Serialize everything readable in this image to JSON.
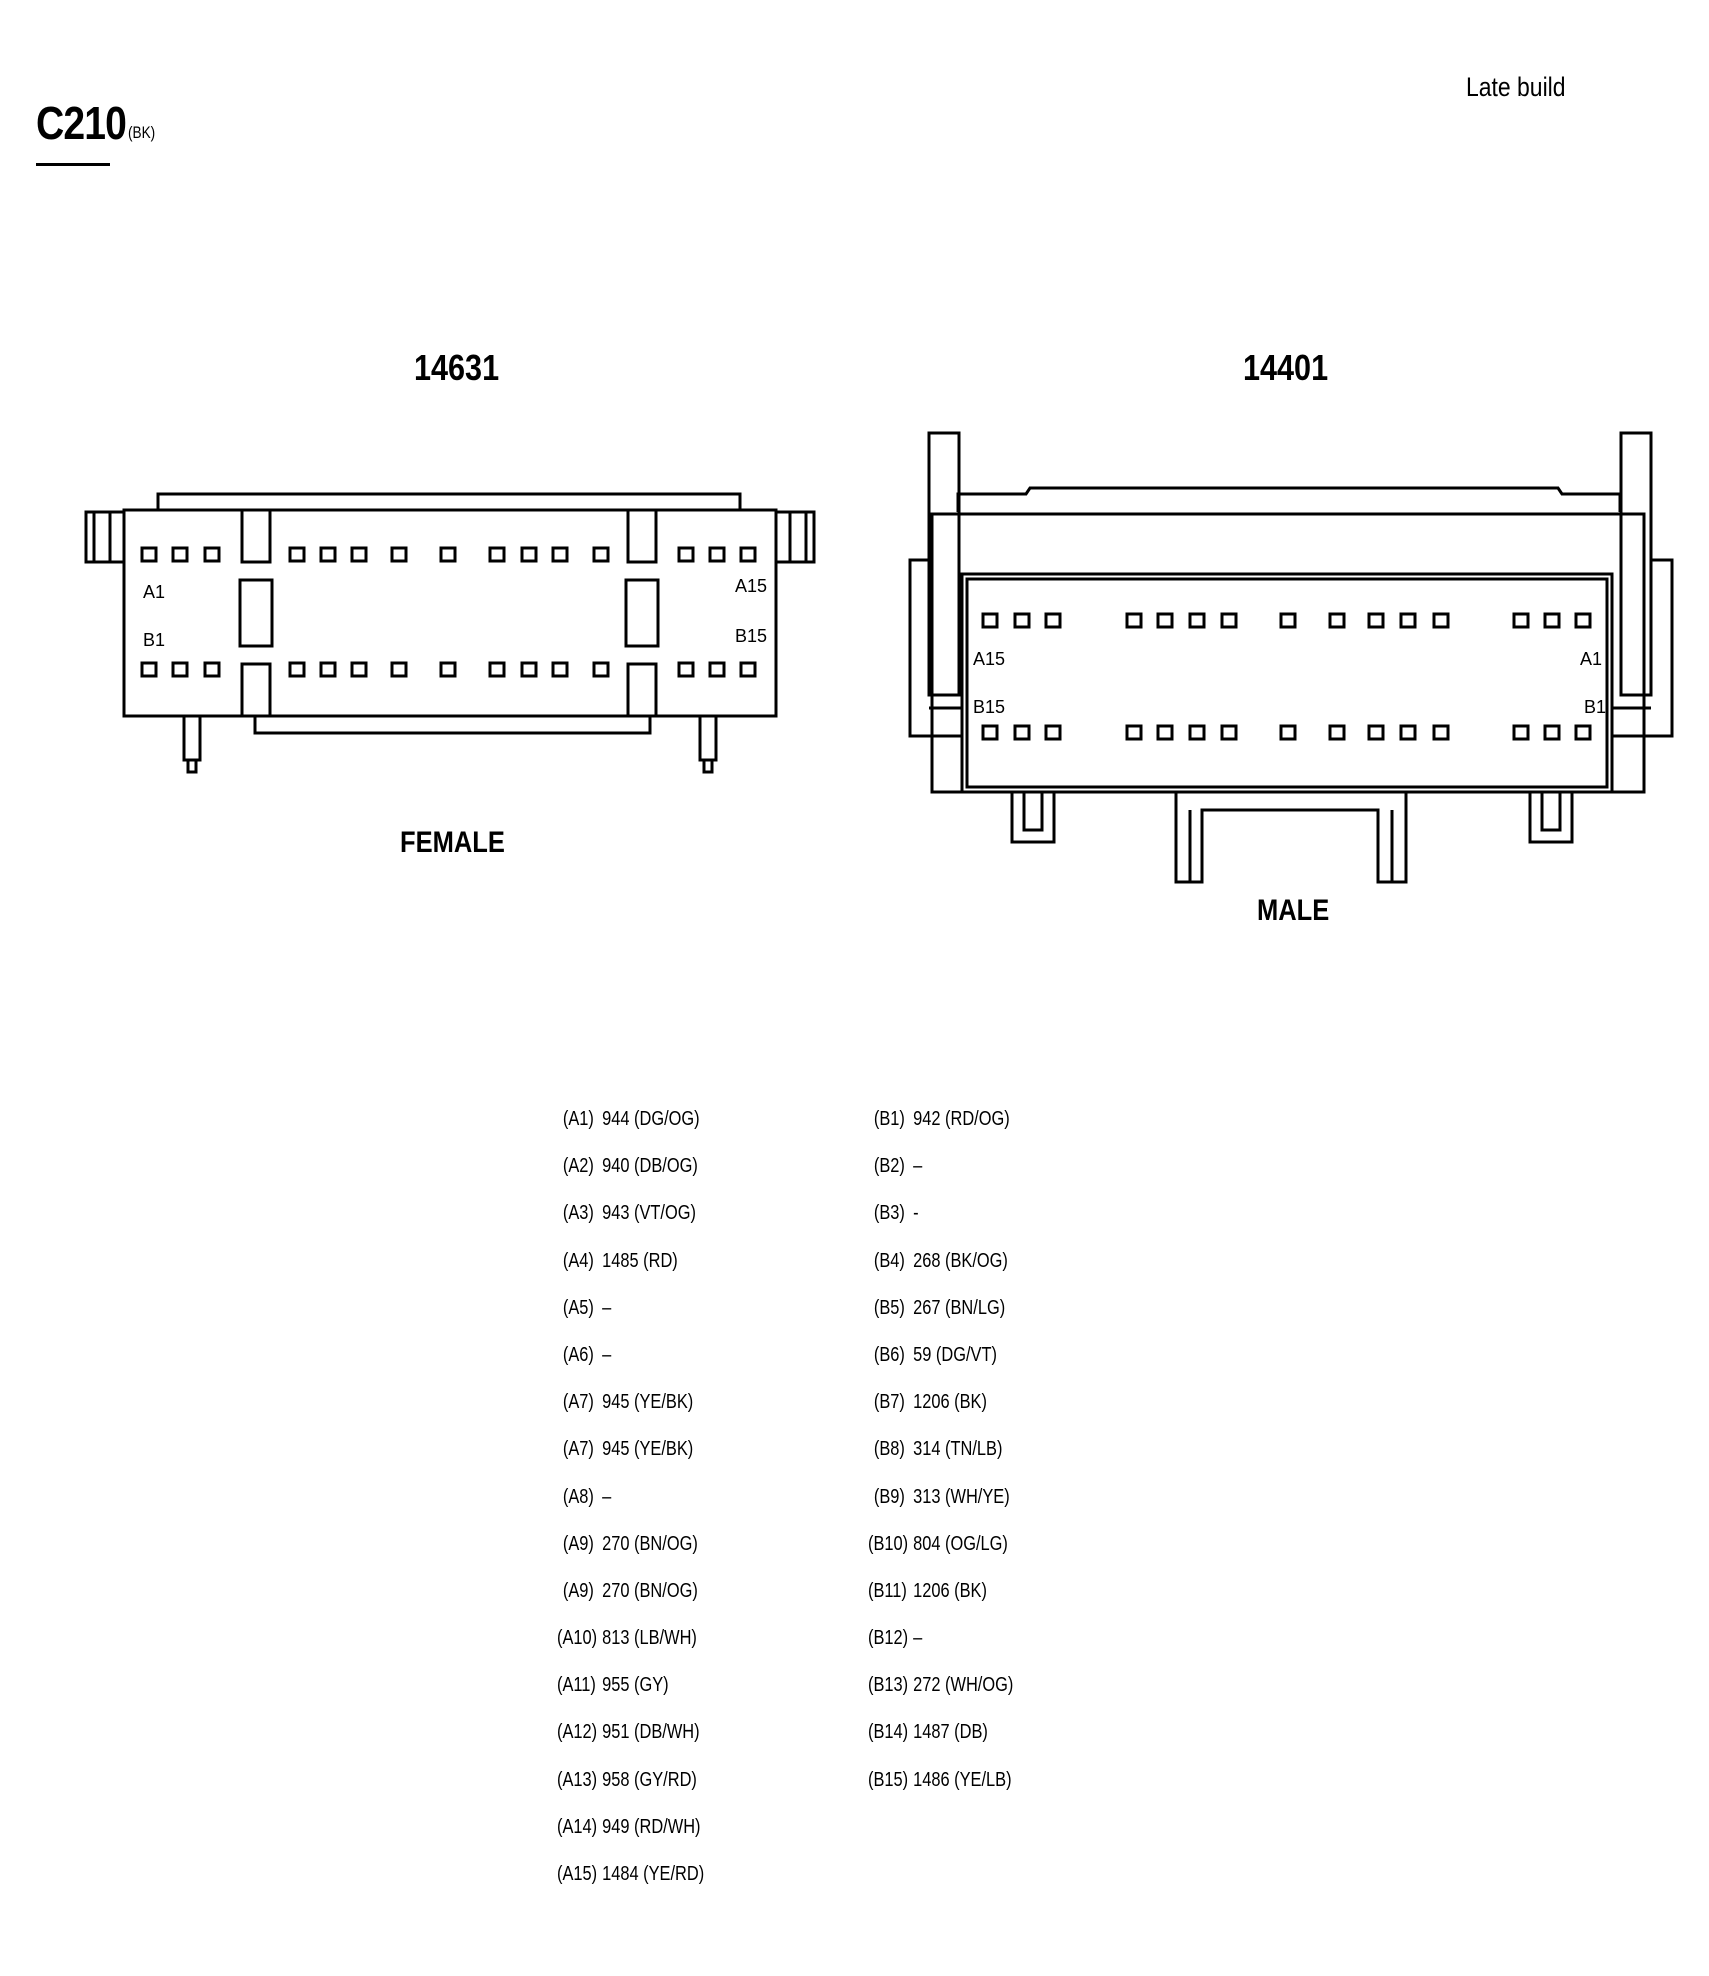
{
  "connector": {
    "id": "C210",
    "color_code": "(BK)"
  },
  "build_note": "Late build",
  "left_connector": {
    "part_number": "14631",
    "gender": "FEMALE",
    "labels": {
      "a_start": "A1",
      "a_end": "A15",
      "b_start": "B1",
      "b_end": "B15"
    }
  },
  "right_connector": {
    "part_number": "14401",
    "gender": "MALE",
    "labels": {
      "a_start": "A15",
      "a_end": "A1",
      "b_start": "B15",
      "b_end": "B1"
    }
  },
  "pins_a": [
    {
      "pin": "(A1)",
      "wire": "944 (DG/OG)"
    },
    {
      "pin": "(A2)",
      "wire": "940 (DB/OG)"
    },
    {
      "pin": "(A3)",
      "wire": "943 (VT/OG)"
    },
    {
      "pin": "(A4)",
      "wire": "1485 (RD)"
    },
    {
      "pin": "(A5)",
      "wire": "–"
    },
    {
      "pin": "(A6)",
      "wire": "–"
    },
    {
      "pin": "(A7)",
      "wire": "945 (YE/BK)"
    },
    {
      "pin": "(A7)",
      "wire": "945 (YE/BK)"
    },
    {
      "pin": "(A8)",
      "wire": "–"
    },
    {
      "pin": "(A9)",
      "wire": "270 (BN/OG)"
    },
    {
      "pin": "(A9)",
      "wire": "270 (BN/OG)"
    },
    {
      "pin": "(A10)",
      "wire": "813 (LB/WH)"
    },
    {
      "pin": "(A11)",
      "wire": "955 (GY)"
    },
    {
      "pin": "(A12)",
      "wire": "951 (DB/WH)"
    },
    {
      "pin": "(A13)",
      "wire": "958 (GY/RD)"
    },
    {
      "pin": "(A14)",
      "wire": "949 (RD/WH)"
    },
    {
      "pin": "(A15)",
      "wire": "1484 (YE/RD)"
    }
  ],
  "pins_b": [
    {
      "pin": "(B1)",
      "wire": "942 (RD/OG)"
    },
    {
      "pin": "(B2)",
      "wire": "–"
    },
    {
      "pin": "(B3)",
      "wire": "-"
    },
    {
      "pin": "(B4)",
      "wire": "268 (BK/OG)"
    },
    {
      "pin": "(B5)",
      "wire": "267 (BN/LG)"
    },
    {
      "pin": "(B6)",
      "wire": "59 (DG/VT)"
    },
    {
      "pin": "(B7)",
      "wire": "1206 (BK)"
    },
    {
      "pin": "(B8)",
      "wire": "314 (TN/LB)"
    },
    {
      "pin": "(B9)",
      "wire": "313 (WH/YE)"
    },
    {
      "pin": "(B10)",
      "wire": "804 (OG/LG)"
    },
    {
      "pin": "(B11)",
      "wire": "1206 (BK)"
    },
    {
      "pin": "(B12)",
      "wire": "–"
    },
    {
      "pin": "(B13)",
      "wire": "272 (WH/OG)"
    },
    {
      "pin": "(B14)",
      "wire": "1487 (DB)"
    },
    {
      "pin": "(B15)",
      "wire": "1486 (YE/LB)"
    }
  ]
}
